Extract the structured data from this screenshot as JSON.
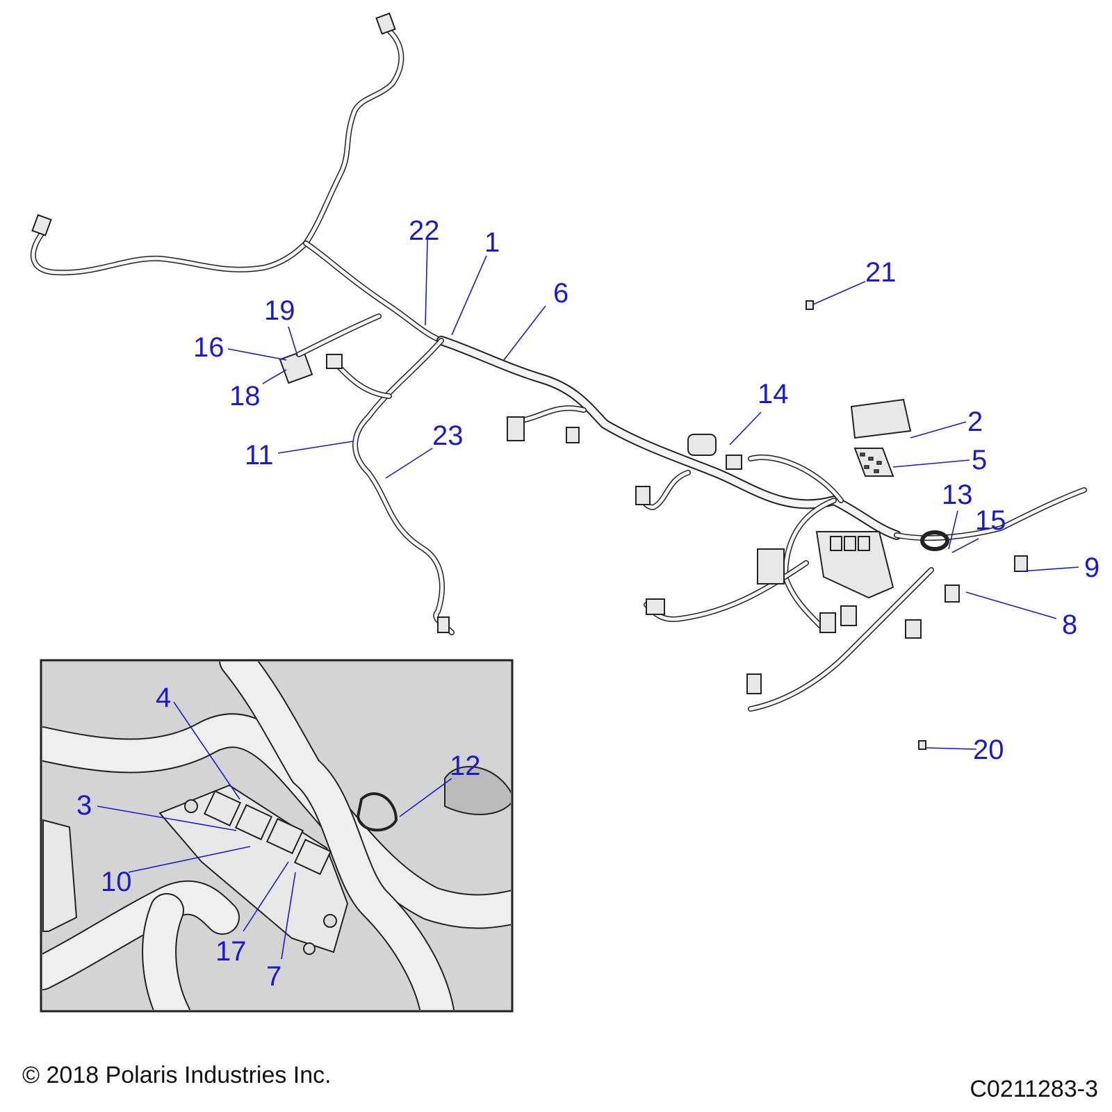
{
  "callouts": [
    {
      "id": "c1",
      "label": "1"
    },
    {
      "id": "c2",
      "label": "2"
    },
    {
      "id": "c3",
      "label": "3"
    },
    {
      "id": "c4",
      "label": "4"
    },
    {
      "id": "c5",
      "label": "5"
    },
    {
      "id": "c6",
      "label": "6"
    },
    {
      "id": "c7",
      "label": "7"
    },
    {
      "id": "c8",
      "label": "8"
    },
    {
      "id": "c9",
      "label": "9"
    },
    {
      "id": "c10",
      "label": "10"
    },
    {
      "id": "c11",
      "label": "11"
    },
    {
      "id": "c12",
      "label": "12"
    },
    {
      "id": "c13",
      "label": "13"
    },
    {
      "id": "c14",
      "label": "14"
    },
    {
      "id": "c15",
      "label": "15"
    },
    {
      "id": "c16",
      "label": "16"
    },
    {
      "id": "c17",
      "label": "17"
    },
    {
      "id": "c18",
      "label": "18"
    },
    {
      "id": "c19",
      "label": "19"
    },
    {
      "id": "c20",
      "label": "20"
    },
    {
      "id": "c21",
      "label": "21"
    },
    {
      "id": "c22",
      "label": "22"
    },
    {
      "id": "c23",
      "label": "23"
    }
  ],
  "footer": {
    "copyright": "© 2018 Polaris Industries Inc.",
    "drawing_number": "C0211283-3"
  },
  "colors": {
    "callout": "#1a1acc",
    "line": "#222222",
    "inset_bg": "#d4d4d4"
  }
}
